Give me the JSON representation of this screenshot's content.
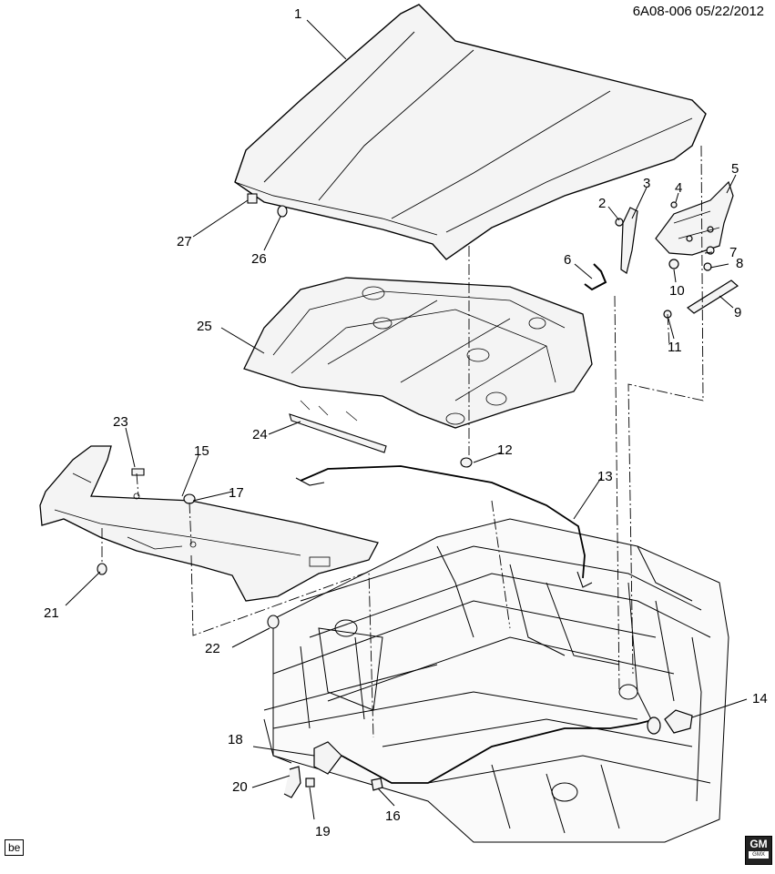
{
  "header": {
    "drawing_id": "6A08-006 05/22/2012"
  },
  "footer": {
    "corner_tag": "be",
    "logo_text": "GM",
    "logo_subtext": "GMX"
  },
  "callouts": [
    "1",
    "2",
    "3",
    "4",
    "5",
    "6",
    "7",
    "8",
    "9",
    "10",
    "11",
    "12",
    "13",
    "14",
    "15",
    "16",
    "17",
    "18",
    "19",
    "20",
    "21",
    "22",
    "23",
    "24",
    "25",
    "26",
    "27"
  ],
  "colors": {
    "line": "#000000",
    "background": "#ffffff",
    "part_fill": "#f4f4f4",
    "frame_fill": "#fafafa"
  }
}
